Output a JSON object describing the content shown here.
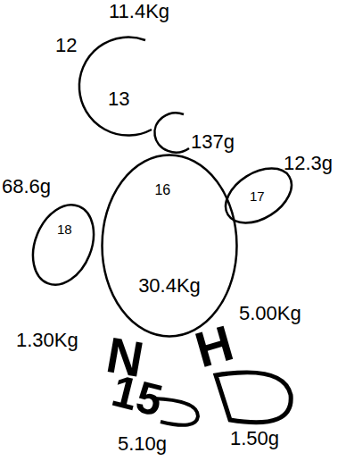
{
  "diagram": {
    "nodes": [
      {
        "text": [
          "16",
          "30.4Kg"
        ]
      },
      {
        "text": [
          "18"
        ]
      },
      {
        "text": [
          "17"
        ]
      }
    ],
    "labels": [
      "11.4Kg",
      "12",
      "13",
      "137g",
      "68.6g",
      "12.3g",
      "1.30Kg",
      "5.00Kg",
      "N",
      "15",
      "H",
      "5.10g",
      "1.50g"
    ]
  }
}
